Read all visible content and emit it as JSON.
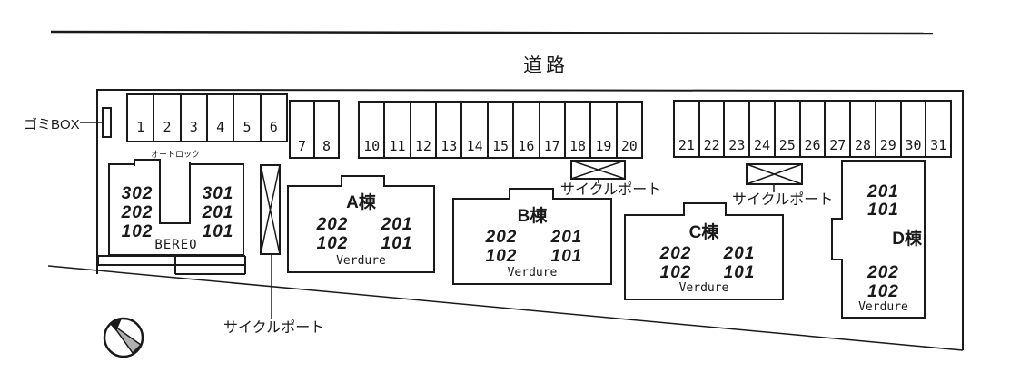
{
  "road": {
    "label": "道路"
  },
  "trash_box": {
    "label": "ゴミBOX"
  },
  "cycle_ports": {
    "label1": "サイクルポート",
    "label2": "サイクルポート",
    "label3": "サイクルポート"
  },
  "parking": {
    "group1": [
      "1",
      "2",
      "3",
      "4",
      "5",
      "6"
    ],
    "group2": [
      "7",
      "8"
    ],
    "group3": [
      "10",
      "11",
      "12",
      "13",
      "14",
      "15",
      "16",
      "17",
      "18",
      "19",
      "20"
    ],
    "group4": [
      "21",
      "22",
      "23",
      "24",
      "25",
      "26",
      "27",
      "28",
      "29",
      "30",
      "31"
    ]
  },
  "buildings": {
    "bereo": {
      "name": "BEREO",
      "entrance_label": "オートロック",
      "left_rooms": [
        "302",
        "202",
        "102"
      ],
      "right_rooms": [
        "301",
        "201",
        "101"
      ]
    },
    "a": {
      "name": "A棟",
      "rooms": [
        "202",
        "201",
        "102",
        "101"
      ],
      "brand": "Verdure"
    },
    "b": {
      "name": "B棟",
      "rooms": [
        "202",
        "201",
        "102",
        "101"
      ],
      "brand": "Verdure"
    },
    "c": {
      "name": "C棟",
      "rooms": [
        "202",
        "201",
        "102",
        "101"
      ],
      "brand": "Verdure"
    },
    "d": {
      "name": "D棟",
      "upper_rooms": [
        "201",
        "101"
      ],
      "lower_rooms": [
        "202",
        "102"
      ],
      "brand": "Verdure"
    }
  },
  "colors": {
    "line": "#1a1a1a",
    "background": "#ffffff"
  }
}
